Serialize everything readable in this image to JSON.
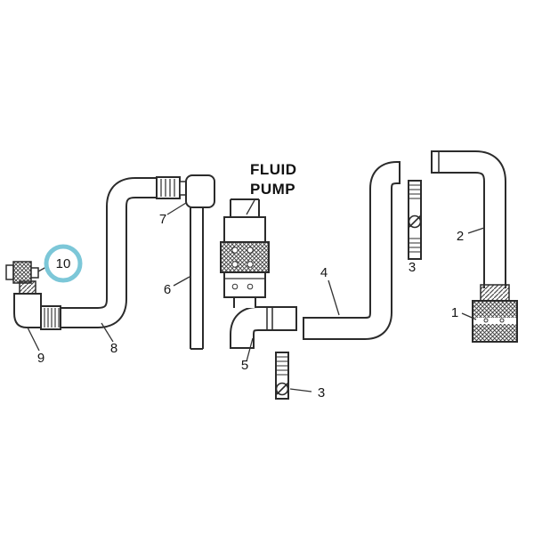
{
  "diagram": {
    "pump_label": {
      "line1": "FLUID",
      "line2": "PUMP"
    },
    "callouts": {
      "c1": "1",
      "c2": "2",
      "c3_upper": "3",
      "c3_lower": "3",
      "c4": "4",
      "c5": "5",
      "c6": "6",
      "c7": "7",
      "c8": "8",
      "c9": "9",
      "c10": "10"
    },
    "highlight": {
      "color": "#7cc7d8",
      "highlighted_callout": "10"
    }
  }
}
